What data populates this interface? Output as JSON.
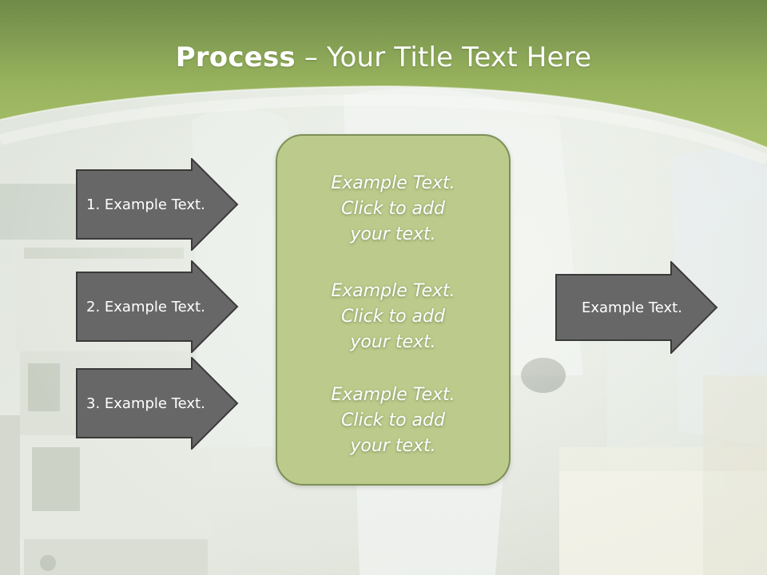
{
  "title": {
    "bold": "Process",
    "rest": " – Your Title Text Here"
  },
  "left_arrows": [
    {
      "label": "1. Example Text."
    },
    {
      "label": "2. Example Text."
    },
    {
      "label": "3. Example Text."
    }
  ],
  "center_box": {
    "blocks": [
      {
        "lines": [
          "Example Text.",
          "Click  to add",
          "your text."
        ]
      },
      {
        "lines": [
          "Example Text.",
          "Click  to add",
          "your text."
        ]
      },
      {
        "lines": [
          "Example Text.",
          "Click  to add",
          "your text."
        ]
      }
    ]
  },
  "right_arrow": {
    "label": "Example Text."
  },
  "colors": {
    "header_green": "#a3bb64",
    "header_dark": "#6f8a48",
    "arrow_fill": "#676767",
    "arrow_border": "#3a3a3a",
    "box_fill": "#bccb8b"
  }
}
